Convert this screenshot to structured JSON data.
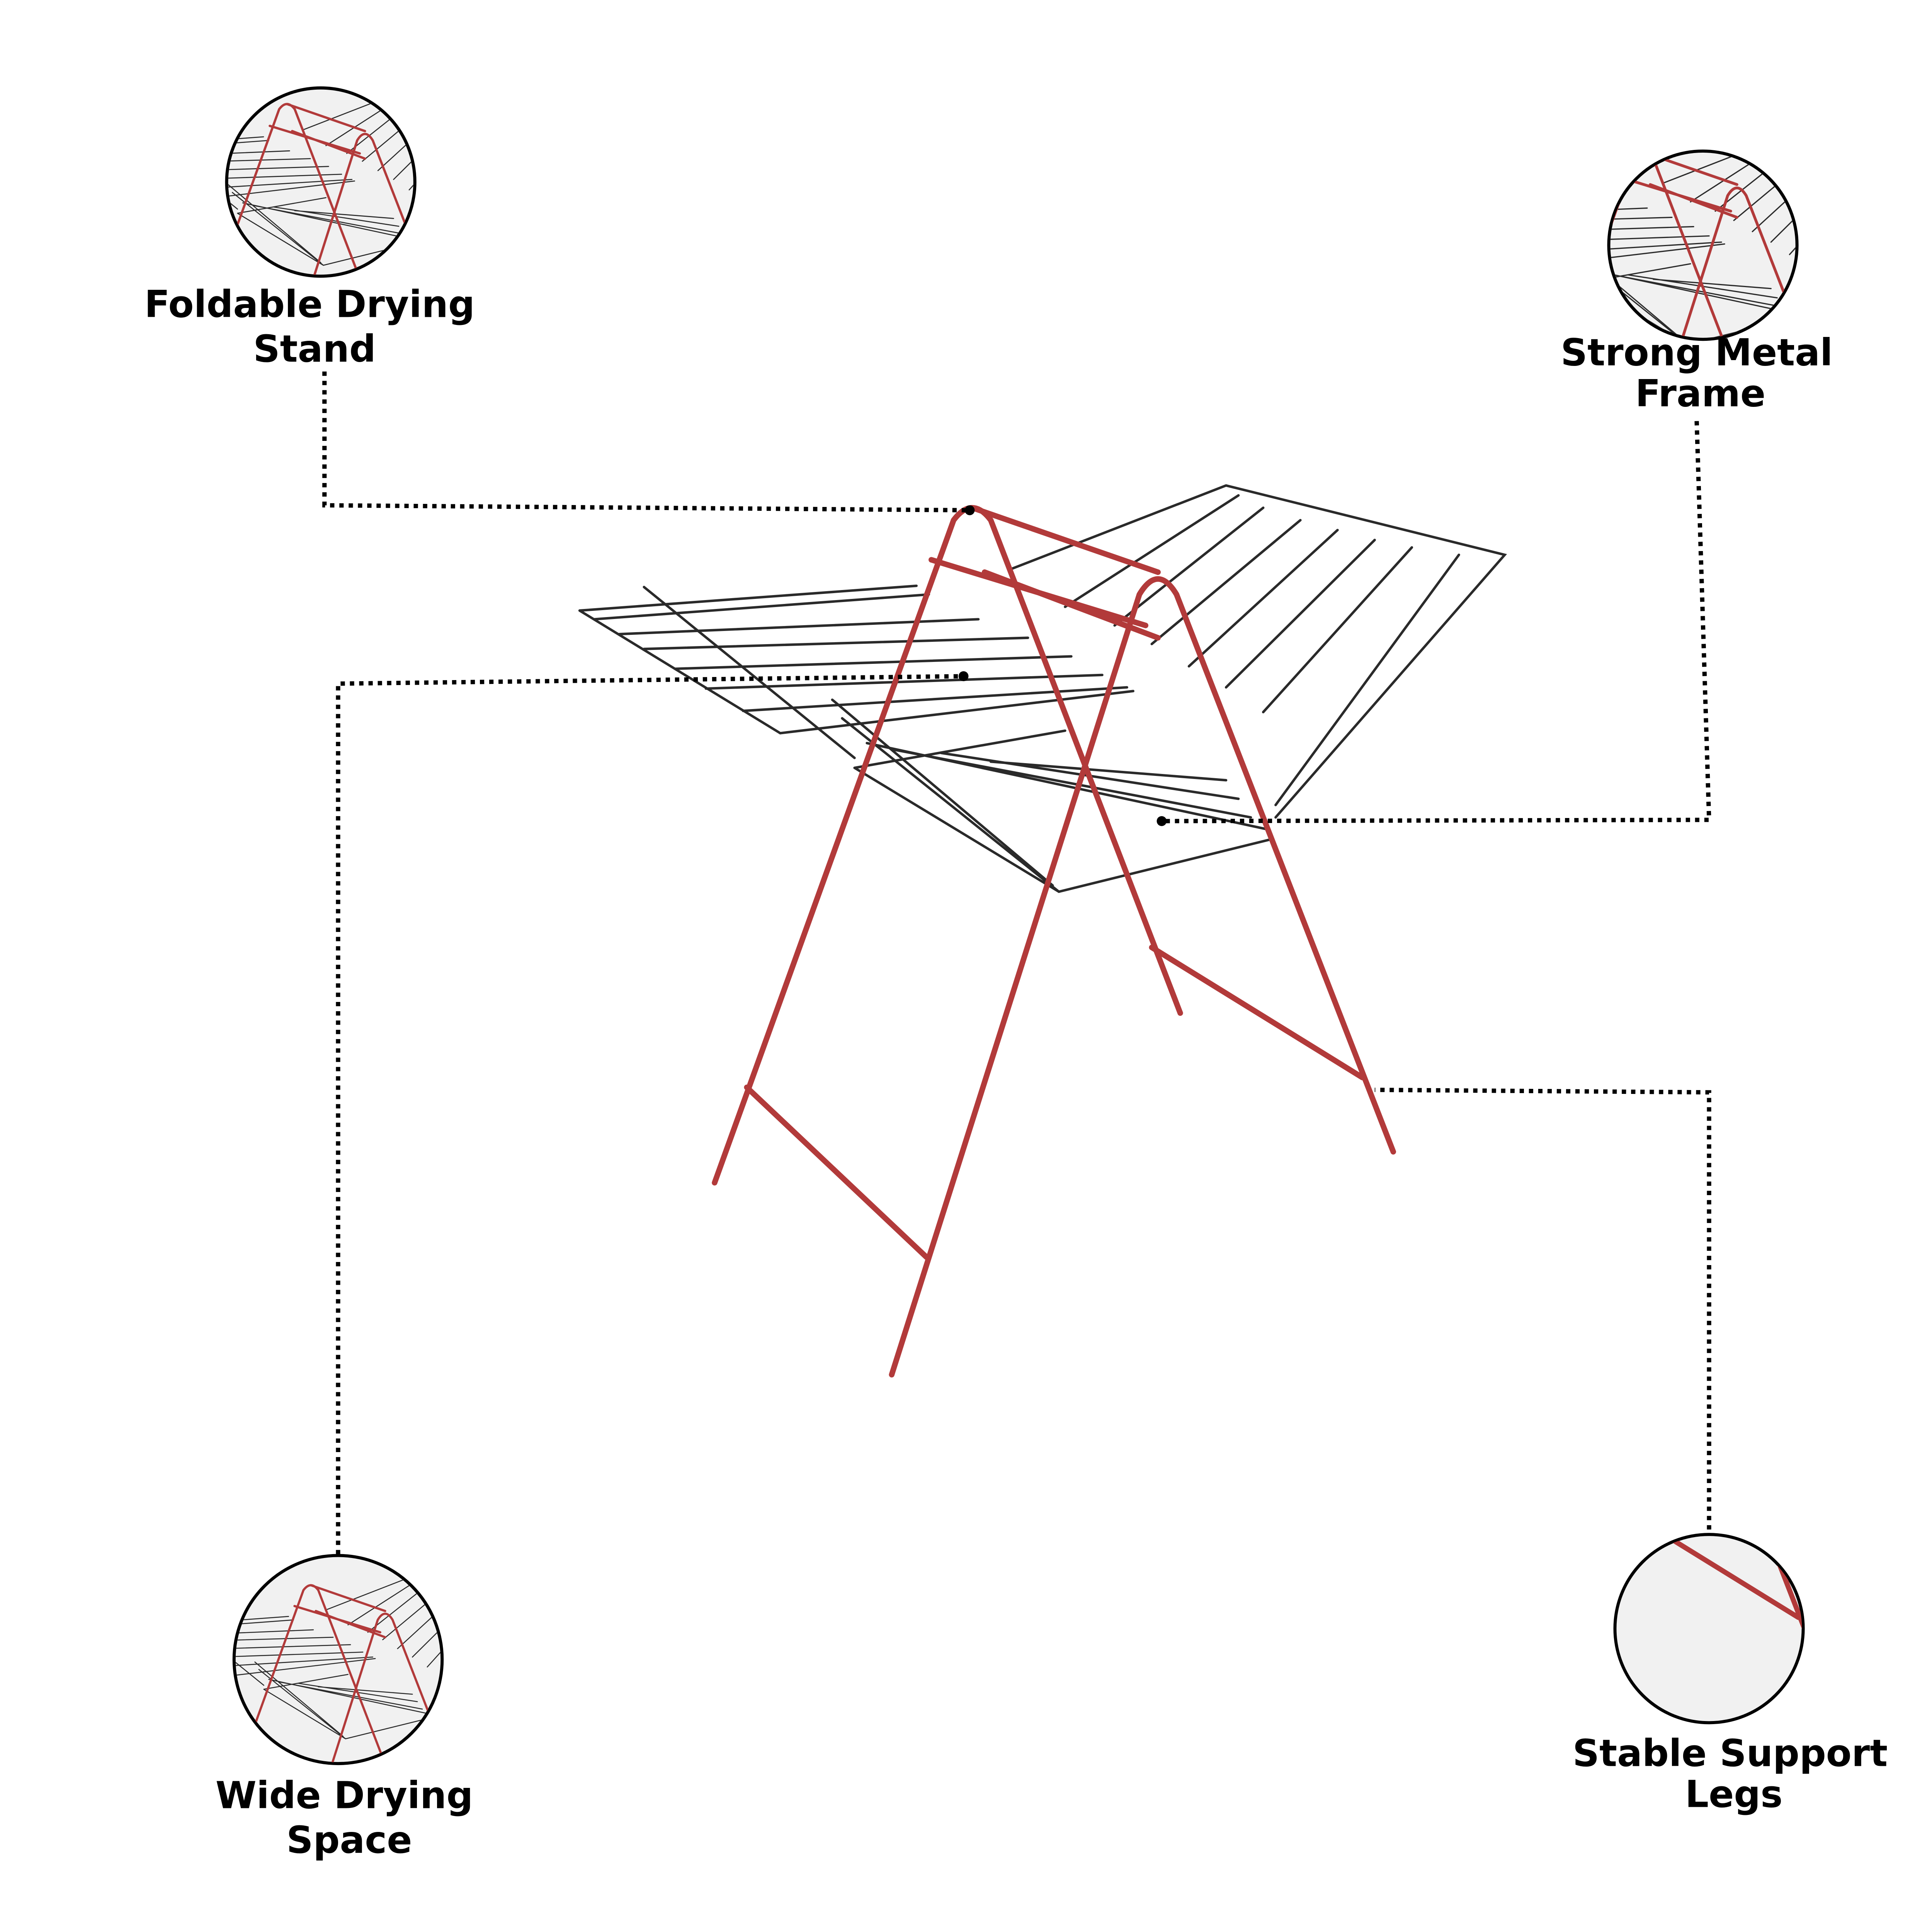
{
  "features": [
    {
      "line1": "Foldable Drying",
      "line2": "Stand"
    },
    {
      "line1": "Strong Metal",
      "line2": "Frame"
    },
    {
      "line1": "Wide Drying",
      "line2": "Space"
    },
    {
      "line1": "Stable Support",
      "line2": "Legs"
    }
  ],
  "colors": {
    "frame": "#b23a3a",
    "wire": "#2a2a2a"
  }
}
